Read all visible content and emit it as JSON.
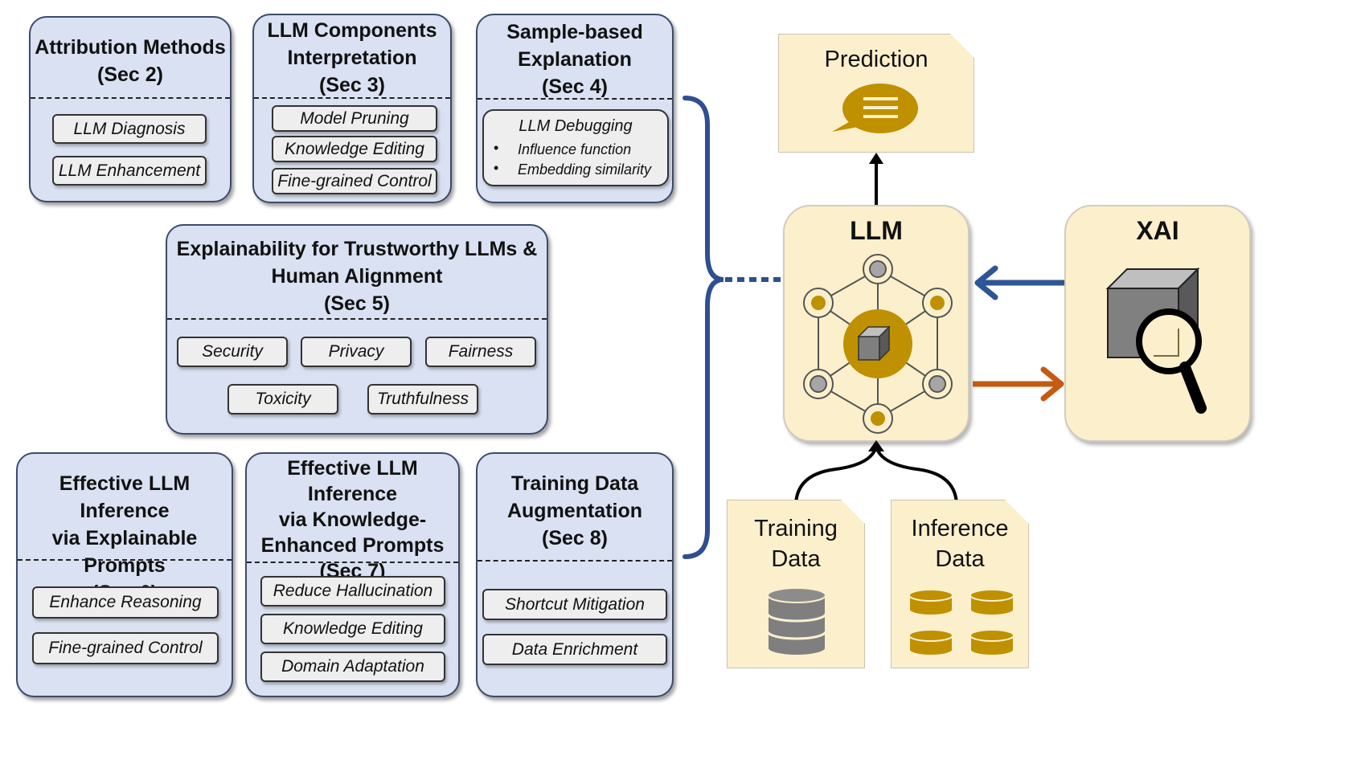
{
  "panels": {
    "attribution": {
      "title": "Attribution Methods\n(Sec 2)",
      "items": [
        "LLM Diagnosis",
        "LLM Enhancement"
      ]
    },
    "components": {
      "title": "LLM Components\nInterpretation\n(Sec 3)",
      "items": [
        "Model Pruning",
        "Knowledge Editing",
        "Fine-grained Control"
      ]
    },
    "sample": {
      "title": "Sample-based\nExplanation\n(Sec 4)",
      "debug_title": "LLM Debugging",
      "bullets": [
        "Influence function",
        "Embedding similarity"
      ]
    },
    "trust": {
      "title": "Explainability for Trustworthy LLMs &\nHuman Alignment\n(Sec 5)",
      "items": [
        "Security",
        "Privacy",
        "Fairness",
        "Toxicity",
        "Truthfulness"
      ]
    },
    "prompts": {
      "title": "Effective LLM Inference\nvia Explainable Prompts\n(Sec 6)",
      "items": [
        "Enhance Reasoning",
        "Fine-grained Control"
      ]
    },
    "knowledge": {
      "title": "Effective LLM Inference\nvia Knowledge-\nEnhanced Prompts\n(Sec 7)",
      "items": [
        "Reduce Hallucination",
        "Knowledge Editing",
        "Domain Adaptation"
      ]
    },
    "augment": {
      "title": "Training Data\nAugmentation\n(Sec 8)",
      "items": [
        "Shortcut Mitigation",
        "Data Enrichment"
      ]
    }
  },
  "right": {
    "prediction": "Prediction",
    "llm": "LLM",
    "xai": "XAI",
    "training": "Training\nData",
    "inference": "Inference\nData"
  },
  "colors": {
    "panel_fill": "#d9e1f2",
    "brace_blue": "#2f4f8f",
    "arrow_blue": "#2f5597",
    "arrow_orange": "#c55a11",
    "gold": "#bf9000",
    "note_fill": "#fcf0cc",
    "node_gray": "#a6a6a6"
  },
  "icons": [
    "chat-bubble-icon",
    "neural-network-icon",
    "cube-magnifier-icon",
    "database-icon",
    "database-stack-icon"
  ]
}
